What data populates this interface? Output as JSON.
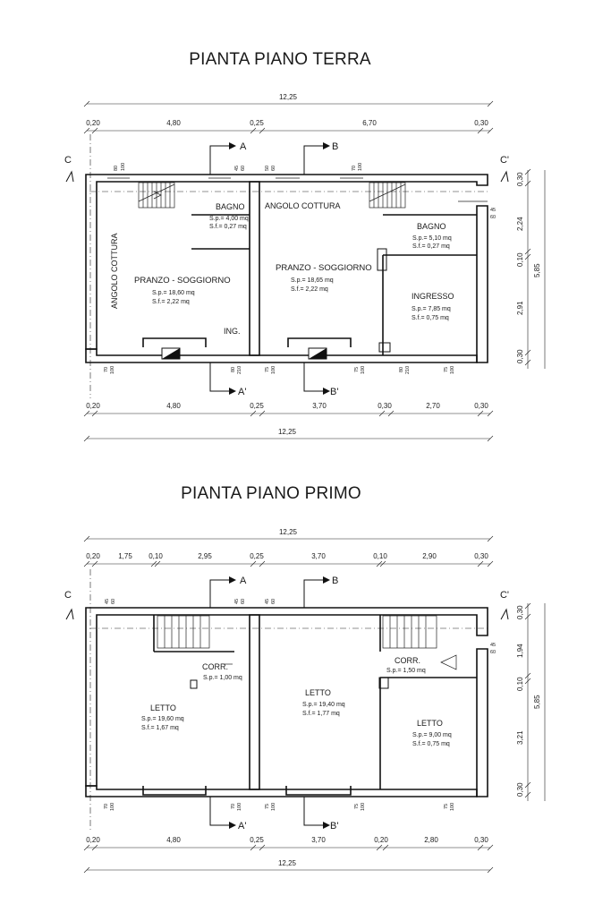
{
  "titles": {
    "ground": "PIANTA PIANO TERRA",
    "first": "PIANTA PIANO PRIMO"
  },
  "ground": {
    "overall": "12,25",
    "top_dims": [
      "0,20",
      "4,80",
      "0,25",
      "6,70",
      "0,30"
    ],
    "bottom_dims": [
      "0,20",
      "4,80",
      "0,25",
      "3,70",
      "0,30",
      "2,70",
      "0,30"
    ],
    "side_dims": [
      "0,30",
      "2,24",
      "0,10",
      "2,91",
      "0,30"
    ],
    "side_total": "5,85",
    "sections": {
      "a": "A",
      "a_prime": "A'",
      "b": "B",
      "b_prime": "B'",
      "c": "C",
      "c_prime": "C'"
    },
    "openings": {
      "w80": "80",
      "w100": "100",
      "w45": "45",
      "w60": "60",
      "w50": "50",
      "w70": "70",
      "w210": "210",
      "w75": "75"
    },
    "rooms": {
      "bagno_left": {
        "name": "BAGNO",
        "sp": "S.p.= 4,00 mq",
        "sf": "S.f.= 0,27 mq"
      },
      "angolo_left": {
        "name": "ANGOLO COTTURA"
      },
      "pranzo_left": {
        "name": "PRANZO - SOGGIORNO",
        "sp": "S.p.= 18,60 mq",
        "sf": "S.f.= 2,22 mq"
      },
      "ing": {
        "name": "ING."
      },
      "angolo_right": {
        "name": "ANGOLO COTTURA"
      },
      "pranzo_right": {
        "name": "PRANZO - SOGGIORNO",
        "sp": "S.p.= 18,65 mq",
        "sf": "S.f.= 2,22 mq"
      },
      "bagno_right": {
        "name": "BAGNO",
        "sp": "S.p.= 5,10 mq",
        "sf": "S.f.= 0,27 mq"
      },
      "ingresso": {
        "name": "INGRESSO",
        "sp": "S.p.= 7,85 mq",
        "sf": "S.f.= 0,75 mq"
      }
    }
  },
  "first": {
    "overall": "12,25",
    "top_dims": [
      "0,20",
      "1,75",
      "0,10",
      "2,95",
      "0,25",
      "3,70",
      "0,10",
      "2,90",
      "0,30"
    ],
    "bottom_dims": [
      "0,20",
      "4,80",
      "0,25",
      "3,70",
      "0,20",
      "2,80",
      "0,30"
    ],
    "side_dims": [
      "0,30",
      "1,94",
      "0,10",
      "3,21",
      "0,30"
    ],
    "side_total": "5,85",
    "sections": {
      "a": "A",
      "a_prime": "A'",
      "b": "B",
      "b_prime": "B'",
      "c": "C",
      "c_prime": "C'"
    },
    "rooms": {
      "corr_left": {
        "name": "CORR.",
        "sp": "S.p.= 1,00 mq"
      },
      "letto_left": {
        "name": "LETTO",
        "sp": "S.p.= 19,60 mq",
        "sf": "S.f.= 1,67 mq"
      },
      "letto_mid": {
        "name": "LETTO",
        "sp": "S.p.= 19,40 mq",
        "sf": "S.f.= 1,77 mq"
      },
      "corr_right": {
        "name": "CORR.",
        "sp": "S.p.= 1,50 mq"
      },
      "letto_right": {
        "name": "LETTO",
        "sp": "S.p.= 9,00 mq",
        "sf": "S.f.= 0,75 mq"
      }
    }
  }
}
